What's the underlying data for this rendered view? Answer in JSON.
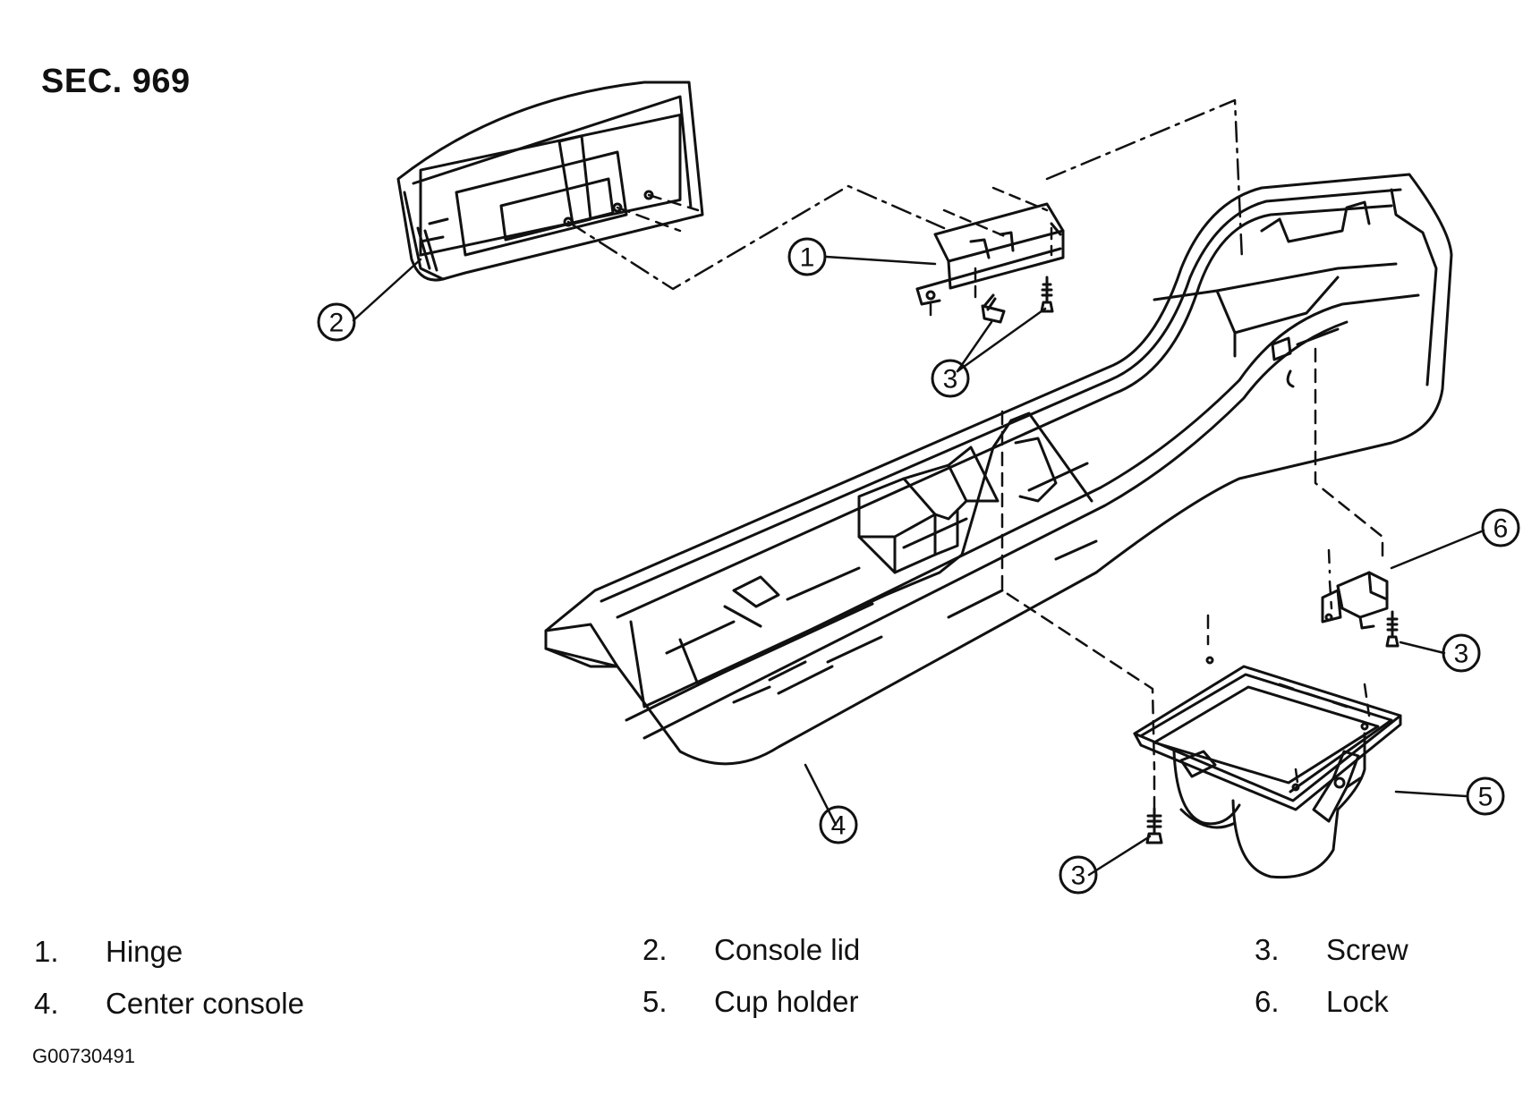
{
  "section": "SEC. 969",
  "figure_id": "G00730491",
  "callouts": {
    "c1": "1",
    "c2": "2",
    "c3a": "3",
    "c3b": "3",
    "c3c": "3",
    "c4": "4",
    "c5": "5",
    "c6": "6"
  },
  "legend": [
    {
      "num": "1.",
      "label": "Hinge"
    },
    {
      "num": "2.",
      "label": "Console lid"
    },
    {
      "num": "3.",
      "label": "Screw"
    },
    {
      "num": "4.",
      "label": "Center console"
    },
    {
      "num": "5.",
      "label": "Cup holder"
    },
    {
      "num": "6.",
      "label": "Lock"
    }
  ]
}
